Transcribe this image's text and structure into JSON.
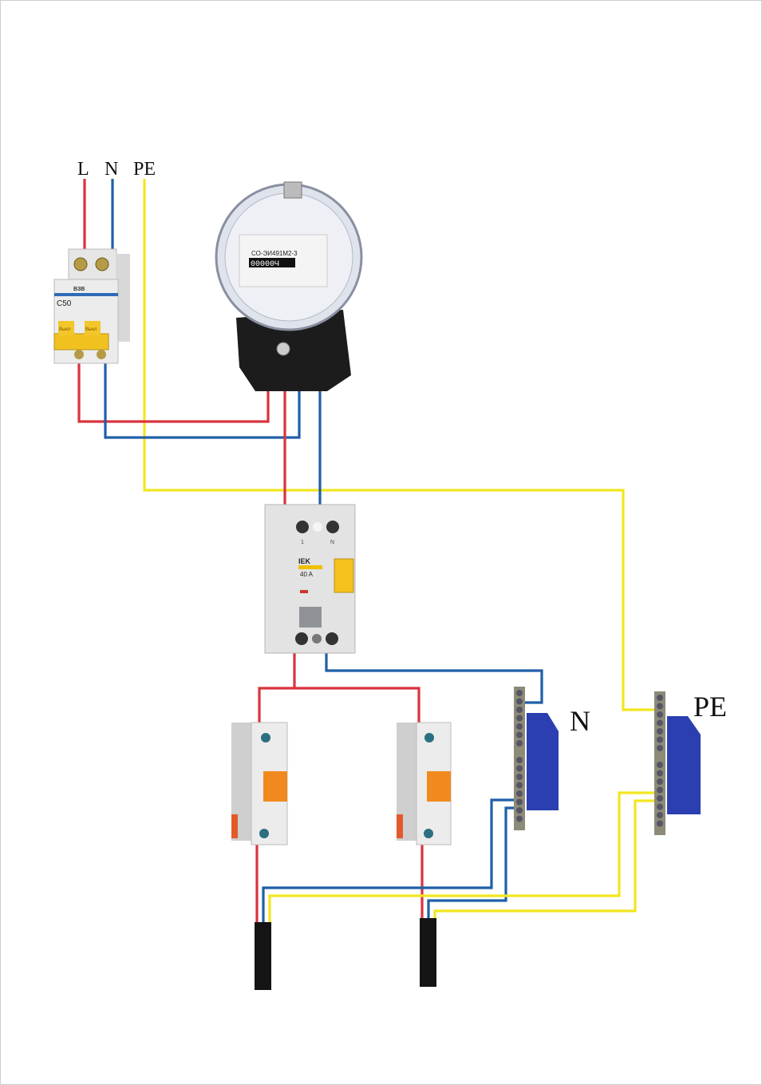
{
  "colors": {
    "phase": "#d9333f",
    "neutral": "#1f5fa8",
    "earth": "#f2e620",
    "cable": "#141414",
    "busbar": "#2b3fb0"
  },
  "input_labels": {
    "phase": "L",
    "neutral": "N",
    "earth": "PE"
  },
  "main_breaker": {
    "brand": "ВЗВ",
    "rating": "C50",
    "handle_left": "Выкл",
    "handle_right": "Выкл"
  },
  "meter": {
    "model": "СО-ЭИ491М2-3",
    "counter": "00000Ч"
  },
  "rcd": {
    "brand": "IEK",
    "rating": "40 A",
    "terminal_1": "1",
    "terminal_n": "N"
  },
  "bus_labels": {
    "neutral": "N",
    "earth": "PE"
  }
}
